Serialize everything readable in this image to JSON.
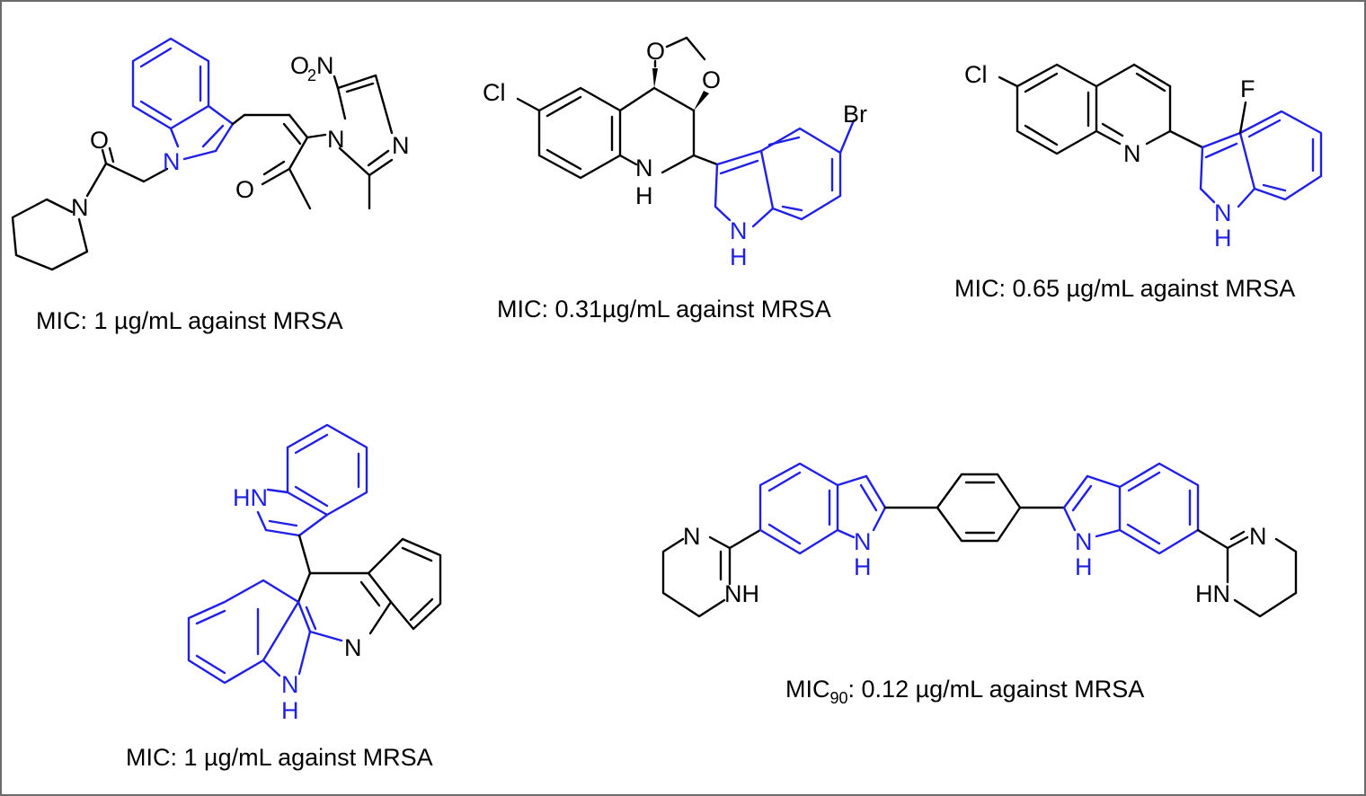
{
  "captions": {
    "c1": "MIC: 1 µg/mL against MRSA",
    "c2": "MIC: 0.31µg/mL against MRSA",
    "c3": "MIC: 0.65 µg/mL against MRSA",
    "c4": "MIC: 1 µg/mL against MRSA",
    "c5_pre": "MIC",
    "c5_sub": "90",
    "c5_post": ": 0.12 µg/mL against MRSA"
  },
  "atoms": {
    "m1": {
      "o2": "O",
      "two": "2",
      "n_nitro": "N",
      "n_imid_ring": "N",
      "n_imid": "N",
      "n_indole": "N",
      "o_amide": "O",
      "n_pip": "N",
      "o_ketone": "O"
    },
    "m2": {
      "cl": "Cl",
      "br": "Br",
      "o_top": "O",
      "o_right": "O",
      "nh_quin": "N",
      "h_quin": "H",
      "nh_ind": "N",
      "h_ind": "H"
    },
    "m3": {
      "cl": "Cl",
      "f": "F",
      "n_quin": "N",
      "nh_ind": "N",
      "h_ind": "H"
    },
    "m4": {
      "hn_ind": "HN",
      "n_acr": "N",
      "nh_bot": "N",
      "h_bot": "H"
    },
    "m5": {
      "n_left_ring": "N",
      "nh_left_ring": "NH",
      "nh_left_ind": "N",
      "h_left_ind": "H",
      "nh_right_ind": "N",
      "h_right_ind": "H",
      "n_right_ring": "N",
      "hn_right_ring": "HN"
    }
  },
  "colors": {
    "indole": "#1f1fe6",
    "bond": "#000000",
    "border": "#6b6b6b"
  }
}
